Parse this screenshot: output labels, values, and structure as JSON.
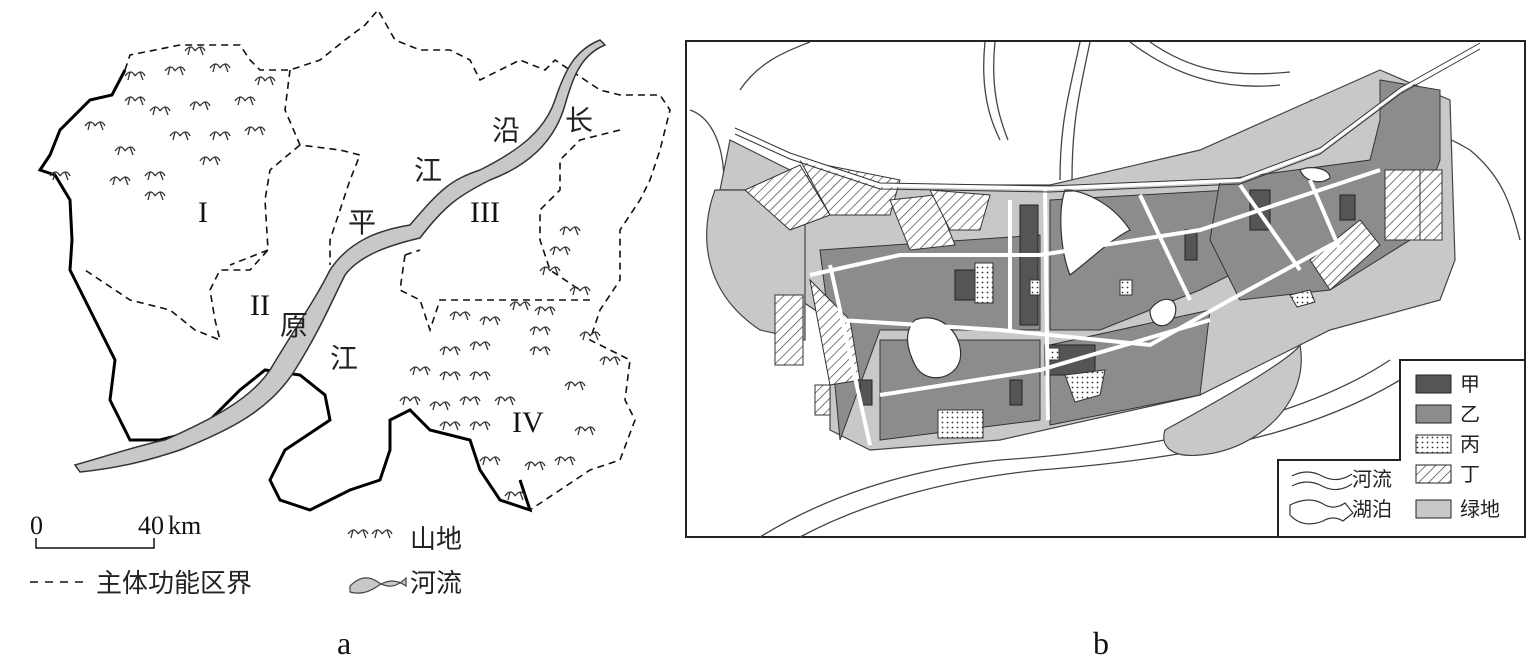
{
  "map_a": {
    "caption": "a",
    "region_labels": [
      "I",
      "II",
      "III",
      "IV"
    ],
    "river_labels": [
      "长",
      "沿",
      "江",
      "平",
      "原",
      "江"
    ],
    "scale": {
      "start": "0",
      "end": "40",
      "unit": "km"
    },
    "legend": {
      "mountain": "山地",
      "river": "河流",
      "boundary": "主体功能区界"
    }
  },
  "map_b": {
    "caption": "b",
    "legend": {
      "river": "河流",
      "lake": "湖泊",
      "items": [
        {
          "label": "甲",
          "color": "#555555",
          "pattern": "solid"
        },
        {
          "label": "乙",
          "color": "#8c8c8c",
          "pattern": "solid"
        },
        {
          "label": "丙",
          "color": "#ffffff",
          "pattern": "dots"
        },
        {
          "label": "丁",
          "color": "#ffffff",
          "pattern": "hatch"
        },
        {
          "label": "绿地",
          "color": "#c8c8c8",
          "pattern": "solid"
        }
      ]
    }
  }
}
